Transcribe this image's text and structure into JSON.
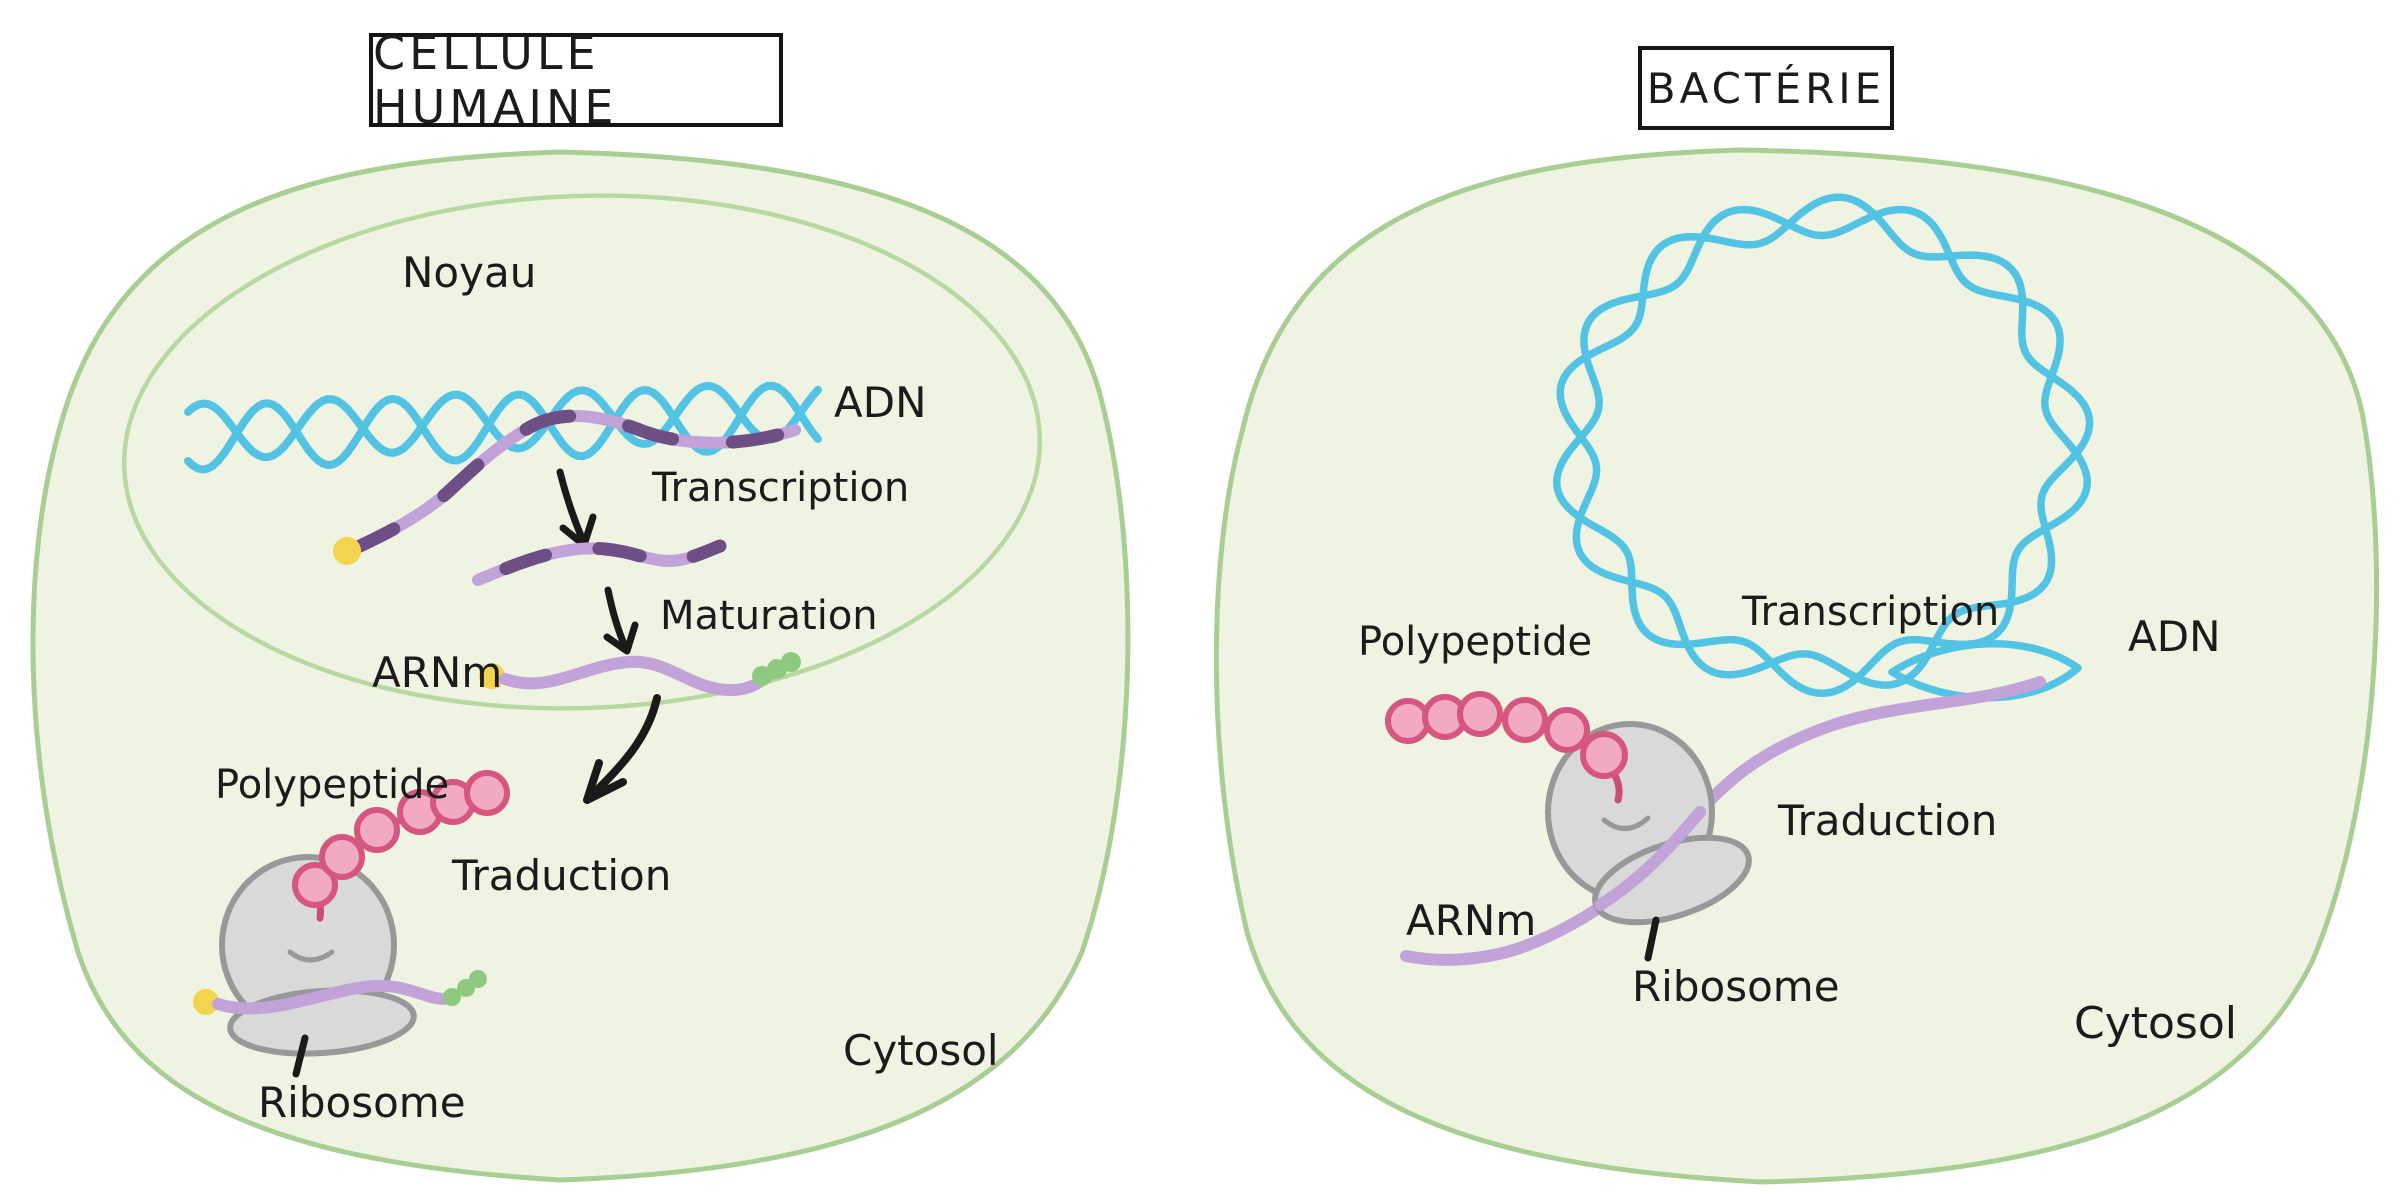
{
  "colors": {
    "cell_fill": "#EFF3E1",
    "membrane_stroke": "#A9CE93",
    "nucleus_stroke": "#B7D8A0",
    "dna_cyan": "#53C3E3",
    "mrna_lavender": "#C2A3D9",
    "intron_purple": "#6D4E85",
    "cap_yellow": "#F4D44E",
    "polya_green": "#8FC97F",
    "bead_fill": "#F2A9C2",
    "bead_stroke": "#D5567E",
    "ribosome_fill": "#D9D9D9",
    "ribosome_stroke": "#989898",
    "ink": "#1A1A1A"
  },
  "human_cell": {
    "title": "CELLULE HUMAINE",
    "labels": {
      "nucleus": "Noyau",
      "dna": "ADN",
      "transcription": "Transcription",
      "maturation": "Maturation",
      "mrna": "ARNm",
      "polypeptide": "Polypeptide",
      "translation": "Traduction",
      "ribosome": "Ribosome",
      "cytosol": "Cytosol"
    }
  },
  "bacterium": {
    "title": "BACTÉRIE",
    "labels": {
      "polypeptide": "Polypeptide",
      "transcription": "Transcription",
      "dna": "ADN",
      "translation": "Traduction",
      "mrna": "ARNm",
      "ribosome": "Ribosome",
      "cytosol": "Cytosol"
    }
  }
}
